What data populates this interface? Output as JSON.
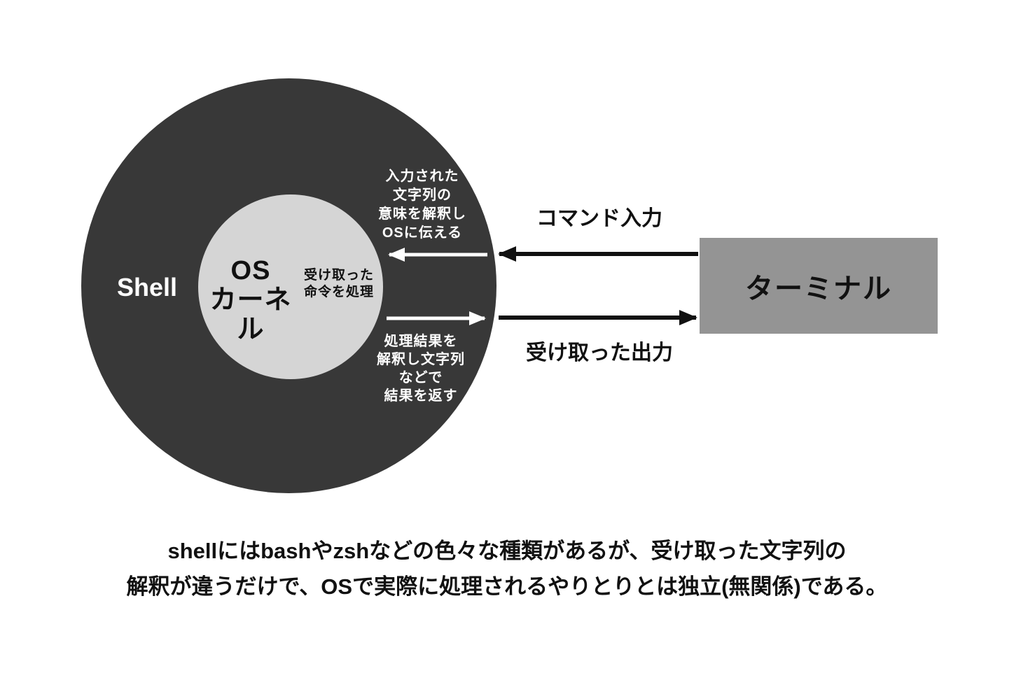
{
  "diagram": {
    "shell_circle": {
      "label": "Shell",
      "interpret_note_lines": [
        "入力された",
        "文字列の",
        "意味を解釈し",
        "OSに伝える"
      ],
      "result_note_lines": [
        "処理結果を",
        "解釈し文字列",
        "などで",
        "結果を返す"
      ]
    },
    "kernel_circle": {
      "label_lines": [
        "OS",
        "カーネル"
      ],
      "process_note_lines": [
        "受け取った",
        "命令を処理"
      ]
    },
    "terminal_box": {
      "label": "ターミナル"
    },
    "arrows": {
      "command_input_label": "コマンド入力",
      "received_output_label": "受け取った出力"
    },
    "caption_lines": [
      "shellにはbashやzshなどの色々な種類があるが、受け取った文字列の",
      "解釈が違うだけで、OSで実際に処理されるやりとりとは独立(無関係)である。"
    ],
    "colors": {
      "shell_circle": "#383838",
      "kernel_circle": "#d5d5d5",
      "terminal_box": "#949494",
      "background": "#ffffff",
      "black_arrows": "#111111",
      "white_arrows": "#ffffff"
    }
  }
}
